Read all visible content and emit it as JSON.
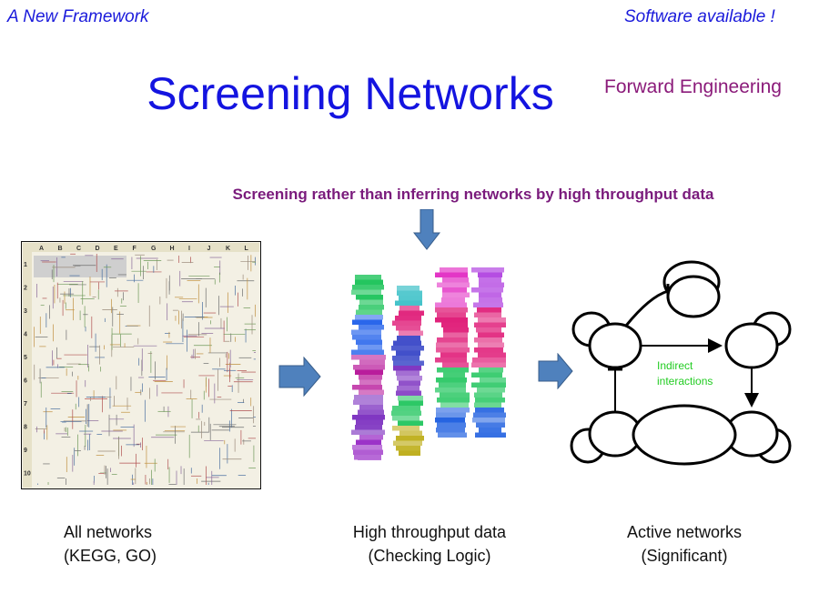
{
  "header": {
    "left": "A New Framework",
    "right": "Software available !"
  },
  "title": "Screening Networks",
  "tag": "Forward Engineering",
  "subtitle": "Screening rather than inferring networks by high throughput data",
  "grid": {
    "columns": [
      "A",
      "B",
      "C",
      "D",
      "E",
      "F",
      "G",
      "H",
      "I",
      "J",
      "K",
      "L"
    ],
    "rows": [
      "1",
      "2",
      "3",
      "4",
      "5",
      "6",
      "7",
      "8",
      "9",
      "10"
    ]
  },
  "network_label": "Indirect\ninteractions",
  "captions": [
    {
      "line1": "All networks",
      "line2": "(KEGG, GO)"
    },
    {
      "line1": "High throughput data",
      "line2": "(Checking Logic)"
    },
    {
      "line1": "Active networks",
      "line2": "(Significant)"
    }
  ],
  "colors": {
    "title": "#1414e0",
    "arrow_fill": "#4f81bd",
    "arrow_stroke": "#385d8a",
    "network_label": "#22cc22"
  }
}
